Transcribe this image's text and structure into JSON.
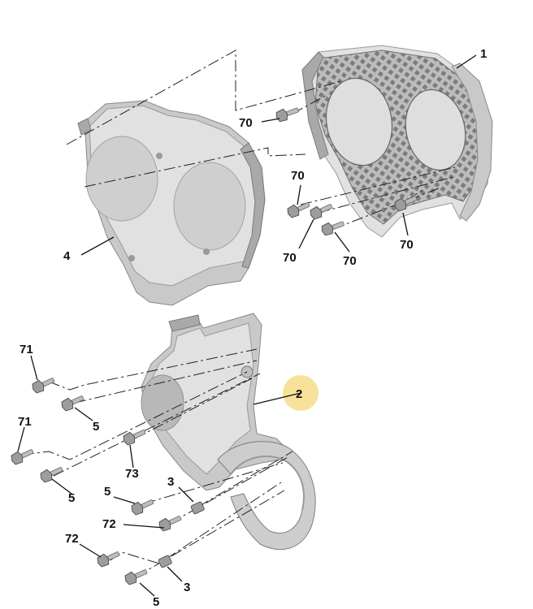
{
  "diagram": {
    "highlight_color": "#f7dc8a",
    "callouts": {
      "part_1": "1",
      "part_2": "2",
      "part_4": "4",
      "bolt_70_a": "70",
      "bolt_70_b": "70",
      "bolt_70_c": "70",
      "bolt_70_d": "70",
      "bolt_70_e": "70",
      "bolt_71_a": "71",
      "bolt_71_b": "71",
      "bolt_5_a": "5",
      "bolt_5_b": "5",
      "bolt_5_c": "5",
      "bolt_5_d": "5",
      "bolt_73": "73",
      "spacer_3_a": "3",
      "spacer_3_b": "3",
      "bolt_72_a": "72",
      "bolt_72_b": "72"
    }
  }
}
